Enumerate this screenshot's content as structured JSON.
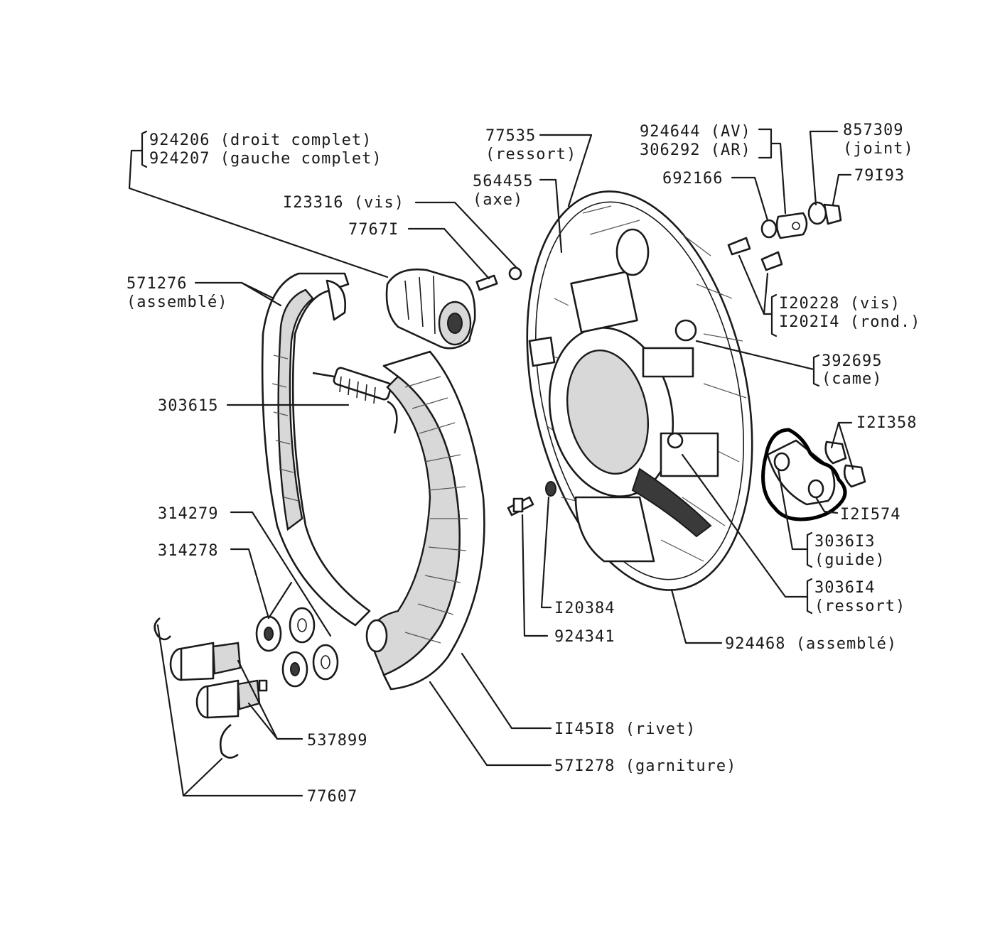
{
  "labels": {
    "shoe_right": "924206 (droit complet)",
    "shoe_left": "924207 (gauche complet)",
    "assembly_shoe_num": "571276",
    "assembly_shoe_note": "(assemblé)",
    "screw_123316": "I23316 (vis)",
    "part_77671": "7767I",
    "spring_303615": "303615",
    "washer_314279": "314279",
    "washer_314278": "314278",
    "pin_537899": "537899",
    "clip_77607": "77607",
    "rivet_114518": "II45I8 (rivet)",
    "lining_571278": "57I278 (garniture)",
    "bolt_924341": "924341",
    "washer_120384": "I20384",
    "spring_77535_num": "77535",
    "spring_77535_note": "(ressort)",
    "axle_564455_num": "564455",
    "axle_564455_note": "(axe)",
    "plate_924644": "924644 (AV)",
    "plate_306292": "306292 (AR)",
    "washer_692166": "692166",
    "joint_857309_num": "857309",
    "joint_857309_note": "(joint)",
    "nut_79193": "79I93",
    "screw_120228": "I20228 (vis)",
    "washer_120214": "I202I4 (rond.)",
    "cam_392695_num": "392695",
    "cam_392695_note": "(came)",
    "nut_121358": "I2I358",
    "washer_121574": "I2I574",
    "guide_303613_num": "3036I3",
    "guide_303613_note": "(guide)",
    "spring_303614_num": "3036I4",
    "spring_303614_note": "(ressort)",
    "backplate_924468": "924468 (assemblé)"
  }
}
